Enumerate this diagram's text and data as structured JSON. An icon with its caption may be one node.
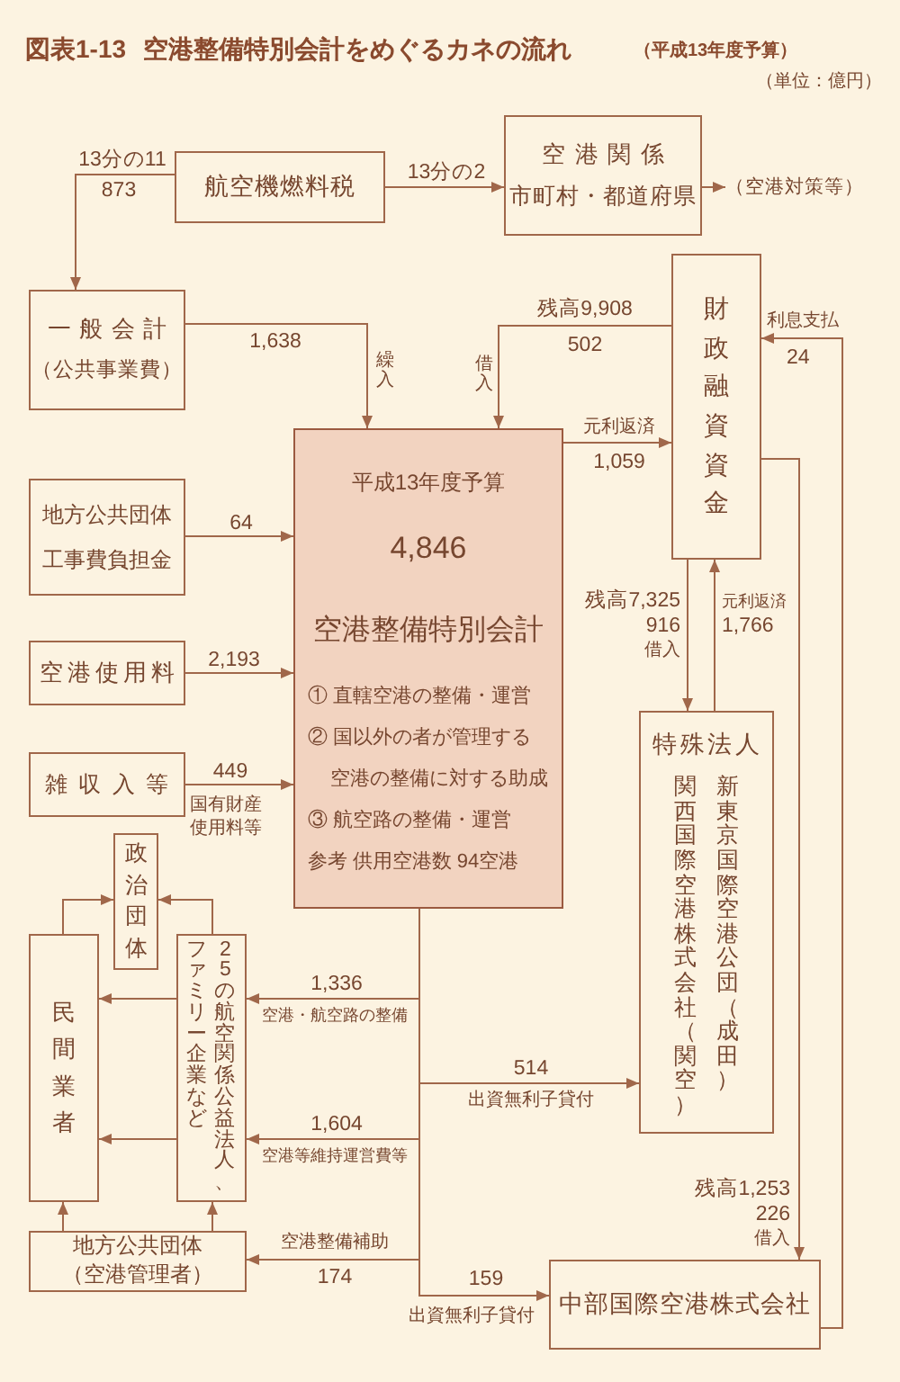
{
  "diagram": {
    "title": "図表1-13 空港整備特別会計をめぐるカネの流れ",
    "nodes": [
      {
        "text": [
          "航空機燃料税"
        ]
      },
      {
        "text": [
          "空港関係",
          "市町村・都道府県"
        ]
      },
      {
        "text": [
          "（空港対策等）"
        ]
      },
      {
        "text": [
          "一般会計",
          "（公共事業費）"
        ]
      },
      {
        "text": [
          "財政融資資金"
        ]
      },
      {
        "text": [
          "平成13年度予算",
          "4,846",
          "空港整備特別会計",
          "① 直轄空港の整備・運営",
          "② 国以外の者が管理する空港の整備に対する助成",
          "③ 航空路の整備・運営",
          "参考 供用空港数 94空港"
        ]
      },
      {
        "text": [
          "地方公共団体工事費負担金"
        ]
      },
      {
        "text": [
          "空港使用料"
        ]
      },
      {
        "text": [
          "雑収入等"
        ]
      },
      {
        "text": [
          "政治団体"
        ]
      },
      {
        "text": [
          "民間業者"
        ]
      },
      {
        "text": [
          "25の航空関係公益法人、ファミリー企業など"
        ]
      },
      {
        "text": [
          "特殊法人",
          "関西国際空港株式会社（関空）",
          "新東京国際空港公団（成田）"
        ]
      },
      {
        "text": [
          "地方公共団体",
          "（空港管理者）"
        ]
      },
      {
        "text": [
          "中部国際空港株式会社"
        ]
      }
    ],
    "edges": [
      {
        "from": 0,
        "to": 3,
        "arrow": "to",
        "label": "13分の11 873"
      },
      {
        "from": 0,
        "to": 1,
        "arrow": "to",
        "label": "13分の2"
      },
      {
        "from": 1,
        "to": 2,
        "arrow": "to"
      },
      {
        "from": 3,
        "to": 5,
        "arrow": "to",
        "label": "1,638 繰入"
      },
      {
        "from": 4,
        "to": 5,
        "arrow": "to",
        "label": "残高9,908 502 借入"
      },
      {
        "from": 5,
        "to": 4,
        "arrow": "to",
        "label": "元利返済 1,059"
      },
      {
        "from": 4,
        "to": 12,
        "arrow": "to",
        "label": "残高7,325 916 借入"
      },
      {
        "from": 12,
        "to": 4,
        "arrow": "to",
        "label": "元利返済 1,766"
      },
      {
        "from": 14,
        "to": 4,
        "arrow": "to",
        "label": "利息支払 24"
      },
      {
        "from": 4,
        "to": 14,
        "arrow": "to",
        "label": "残高1,253 226 借入"
      },
      {
        "from": 6,
        "to": 5,
        "arrow": "to",
        "label": "64"
      },
      {
        "from": 7,
        "to": 5,
        "arrow": "to",
        "label": "2,193"
      },
      {
        "from": 8,
        "to": 5,
        "arrow": "to",
        "label": "449 国有財産使用料等"
      },
      {
        "from": 5,
        "to": 11,
        "arrow": "to",
        "label": "1,336 空港・航空路の整備"
      },
      {
        "from": 5,
        "to": 12,
        "arrow": "to",
        "label": "514 出資無利子貸付"
      },
      {
        "from": 5,
        "to": 11,
        "arrow": "to",
        "label": "1,604 空港等維持運営費等"
      },
      {
        "from": 5,
        "to": 13,
        "arrow": "to",
        "label": "空港整備補助 174"
      },
      {
        "from": 5,
        "to": 14,
        "arrow": "to",
        "label": "159 出資無利子貸付"
      },
      {
        "from": 11,
        "to": 10,
        "arrow": "to"
      },
      {
        "from": 11,
        "to": 10,
        "arrow": "to"
      },
      {
        "from": 10,
        "to": 9,
        "arrow": "to"
      },
      {
        "from": 11,
        "to": 9,
        "arrow": "to"
      },
      {
        "from": 13,
        "to": 10,
        "arrow": "to"
      },
      {
        "from": 13,
        "to": 11,
        "arrow": "to"
      }
    ],
    "labels": [
      "（平成13年度予算）",
      "（単位：億円）"
    ]
  }
}
